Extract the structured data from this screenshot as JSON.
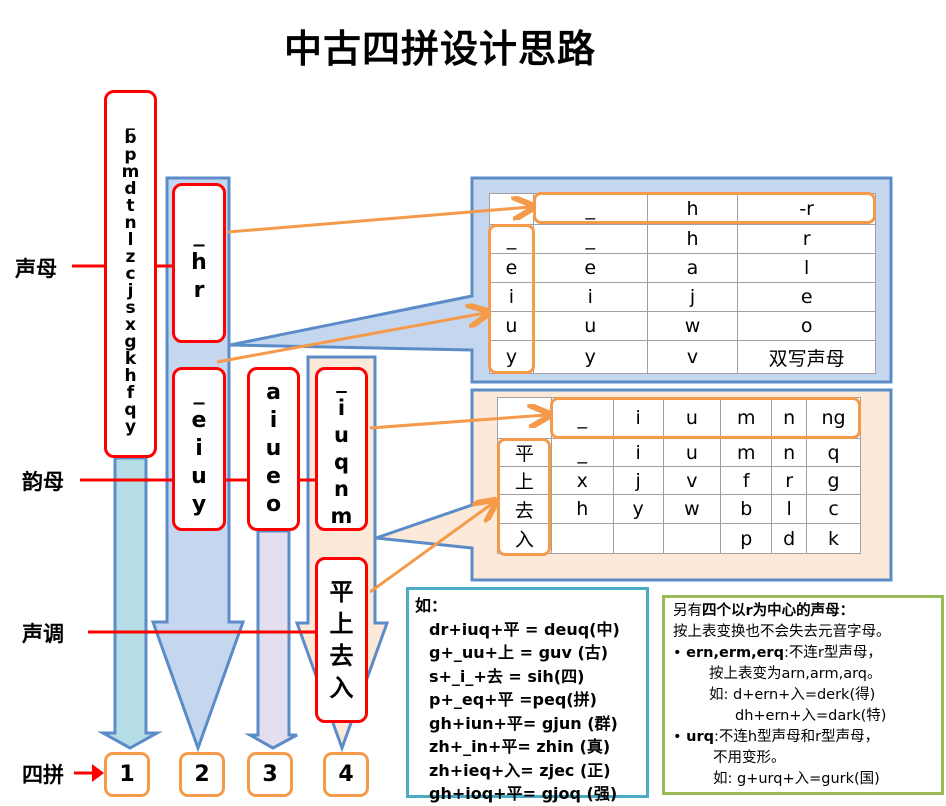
{
  "title": "中古四拼设计思路",
  "labels": {
    "initial": "声母",
    "final": "韵母",
    "tone": "声调",
    "sipin": "四拼"
  },
  "col1_letters": [
    "_",
    "b",
    "p",
    "m",
    "d",
    "t",
    "n",
    "l",
    "z",
    "c",
    "j",
    "s",
    "x",
    "g",
    "k",
    "h",
    "f",
    "q",
    "y"
  ],
  "col2_top": [
    "_",
    "h",
    "r"
  ],
  "col2_bottom": [
    "_",
    "e",
    "i",
    "u",
    "y"
  ],
  "col3": [
    "a",
    "i",
    "u",
    "e",
    "o"
  ],
  "col4_top": [
    "_",
    "i",
    "u",
    "q",
    "n",
    "m"
  ],
  "col4_bottom": [
    "平",
    "上",
    "去",
    "入"
  ],
  "numbers": [
    "1",
    "2",
    "3",
    "4"
  ],
  "table1": {
    "header": [
      "",
      "_",
      "h",
      "-r"
    ],
    "rows": [
      [
        "_",
        "_",
        "h",
        "r"
      ],
      [
        "e",
        "e",
        "a",
        "l"
      ],
      [
        "i",
        "i",
        "j",
        "e"
      ],
      [
        "u",
        "u",
        "w",
        "o"
      ],
      [
        "y",
        "y",
        "v",
        "双写声母"
      ]
    ]
  },
  "table2": {
    "header": [
      "",
      "_",
      "i",
      "u",
      "m",
      "n",
      "ng"
    ],
    "rows": [
      [
        "平",
        "_",
        "i",
        "u",
        "m",
        "n",
        "q"
      ],
      [
        "上",
        "x",
        "j",
        "v",
        "f",
        "r",
        "g"
      ],
      [
        "去",
        "h",
        "y",
        "w",
        "b",
        "l",
        "c"
      ],
      [
        "入",
        "",
        "",
        "",
        "p",
        "d",
        "k"
      ]
    ]
  },
  "examples": {
    "heading": "如：",
    "items": [
      "dr+iuq+平 = deuq(中)",
      "g+_uu+上 = guv (古)",
      "s+_i_+去 = sih(四)",
      "p+_eq+平 =peq(拼)",
      "gh+iun+平= gjun (群)",
      "zh+_in+平= zhin (真)",
      "zh+ieq+入= zjec (正)",
      "gh+ioq+平= gjoq (强)"
    ]
  },
  "notes": {
    "line1_pre": "另有",
    "line1_bold": "四个以r为中心的声母：",
    "line2": "按上表变换也不会失去元音字母。",
    "b1_bold": "ern,erm,erq",
    "b1_rest": ":不连r型声母，",
    "b1_l2": "按上表变为arn,arm,arq。",
    "b1_l3": "如: d+ern+入=derk(得)",
    "b1_l4": "dh+ern+入=dark(特)",
    "b2_bold": "urq",
    "b2_rest": ":不连h型声母和r型声母，",
    "b2_l2": "不用变形。",
    "b2_l3": "如: g+urq+入=gurk(国)"
  },
  "colors": {
    "red": "#ff0000",
    "orange": "#f59a4a",
    "blue_fill": "#c5d7ef",
    "blue_stroke": "#5b8cc8",
    "teal_fill": "#b5dde6",
    "lavender_fill": "#e3dfee",
    "peach_fill": "#fde9da",
    "teal_border": "#4bacc6",
    "green_border": "#9bbb59"
  }
}
